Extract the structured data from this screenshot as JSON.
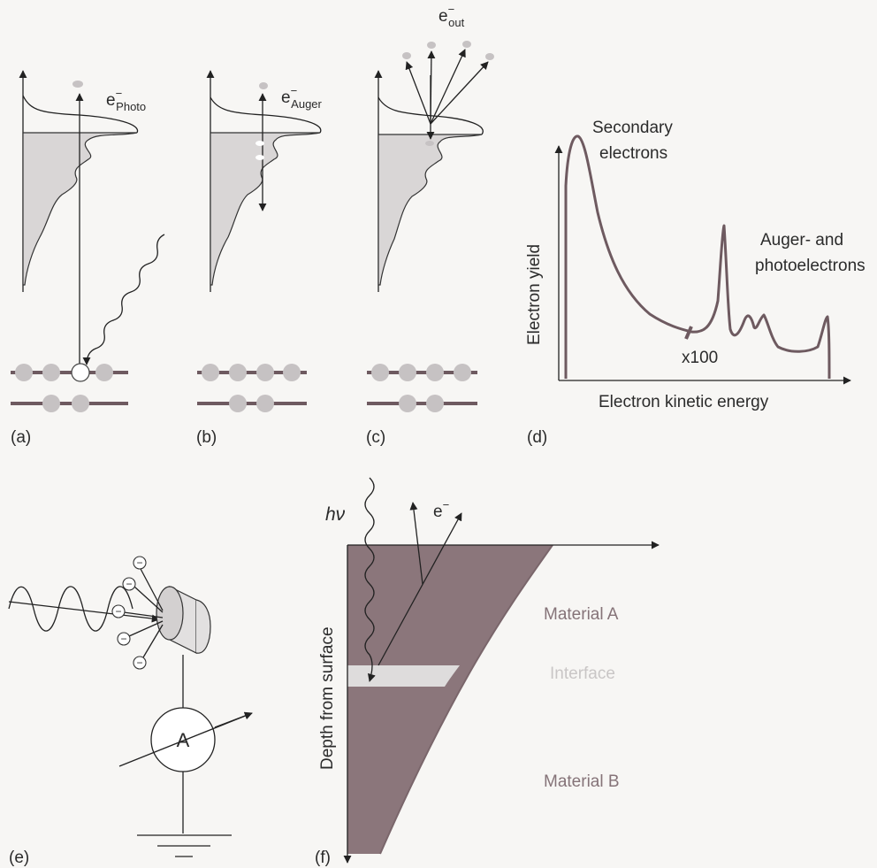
{
  "panels": {
    "a": {
      "label": "(a)",
      "electron_main": "e",
      "electron_sup": "−",
      "electron_sub": "Photo"
    },
    "b": {
      "label": "(b)",
      "electron_main": "e",
      "electron_sup": "−",
      "electron_sub": "Auger"
    },
    "c": {
      "label": "(c)",
      "electron_main": "e",
      "electron_sup": "−",
      "electron_sub": "out"
    },
    "d": {
      "label": "(d)",
      "peak_label_line1": "Secondary",
      "peak_label_line2": "electrons",
      "auger_label_line1": "Auger- and",
      "auger_label_line2": "photoelectrons",
      "scale_label": "x100"
    },
    "e": {
      "label": "(e)",
      "ammeter_label": "A",
      "charge_symbol": "−"
    },
    "f": {
      "label": "(f)",
      "photon_label": "hν",
      "electron_main": "e",
      "electron_sup": "−",
      "material_a": "Material A",
      "interface": "Interface",
      "material_b": "Material B"
    }
  },
  "chart_data": {
    "type": "line",
    "title": "",
    "xlabel": "Electron kinetic energy",
    "ylabel": "Electron yield",
    "annotations": [
      "Secondary electrons",
      "Auger- and photoelectrons",
      "x100"
    ],
    "axis_ticks": "none",
    "grid": false
  },
  "colors": {
    "rod": "#6e5a60",
    "atom": "#c6c2c3",
    "dos_fill": "#d9d6d6",
    "material": "#8b767b",
    "interface": "#dedcdc",
    "spectrum": "#6e5a60"
  }
}
